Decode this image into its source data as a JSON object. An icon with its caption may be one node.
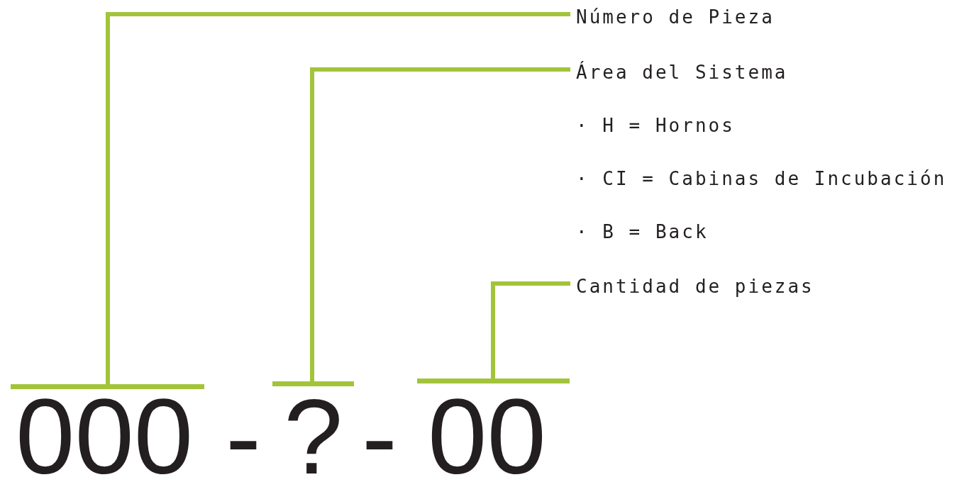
{
  "diagram": {
    "nodes": [
      {
        "text": [
          "Número de Pieza"
        ]
      },
      {
        "text": [
          "Área del Sistema"
        ]
      },
      {
        "text": [
          "Cantidad de piezas"
        ]
      },
      {
        "text": [],
        "shape": "bar"
      },
      {
        "text": [],
        "shape": "bar"
      },
      {
        "text": [],
        "shape": "bar"
      }
    ],
    "edges": [
      {
        "from": 0,
        "to": 3,
        "arrow": "none"
      },
      {
        "from": 1,
        "to": 4,
        "arrow": "none"
      },
      {
        "from": 2,
        "to": 5,
        "arrow": "none"
      }
    ],
    "labels": [
      "· H = Hornos",
      "· CI = Cabinas de Incubación",
      "· B = Back",
      "000",
      "-",
      "?",
      "-",
      "00"
    ]
  }
}
